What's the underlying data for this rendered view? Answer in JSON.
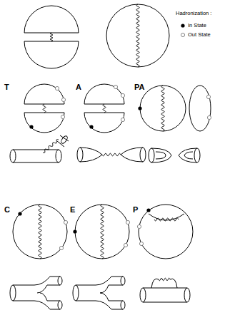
{
  "diagram": {
    "labels": [
      "Hadronization :",
      "T",
      "A",
      "PA",
      "C",
      "E",
      "P"
    ],
    "legend": [
      {
        "text": "In State"
      },
      {
        "text": "Out State"
      }
    ]
  }
}
